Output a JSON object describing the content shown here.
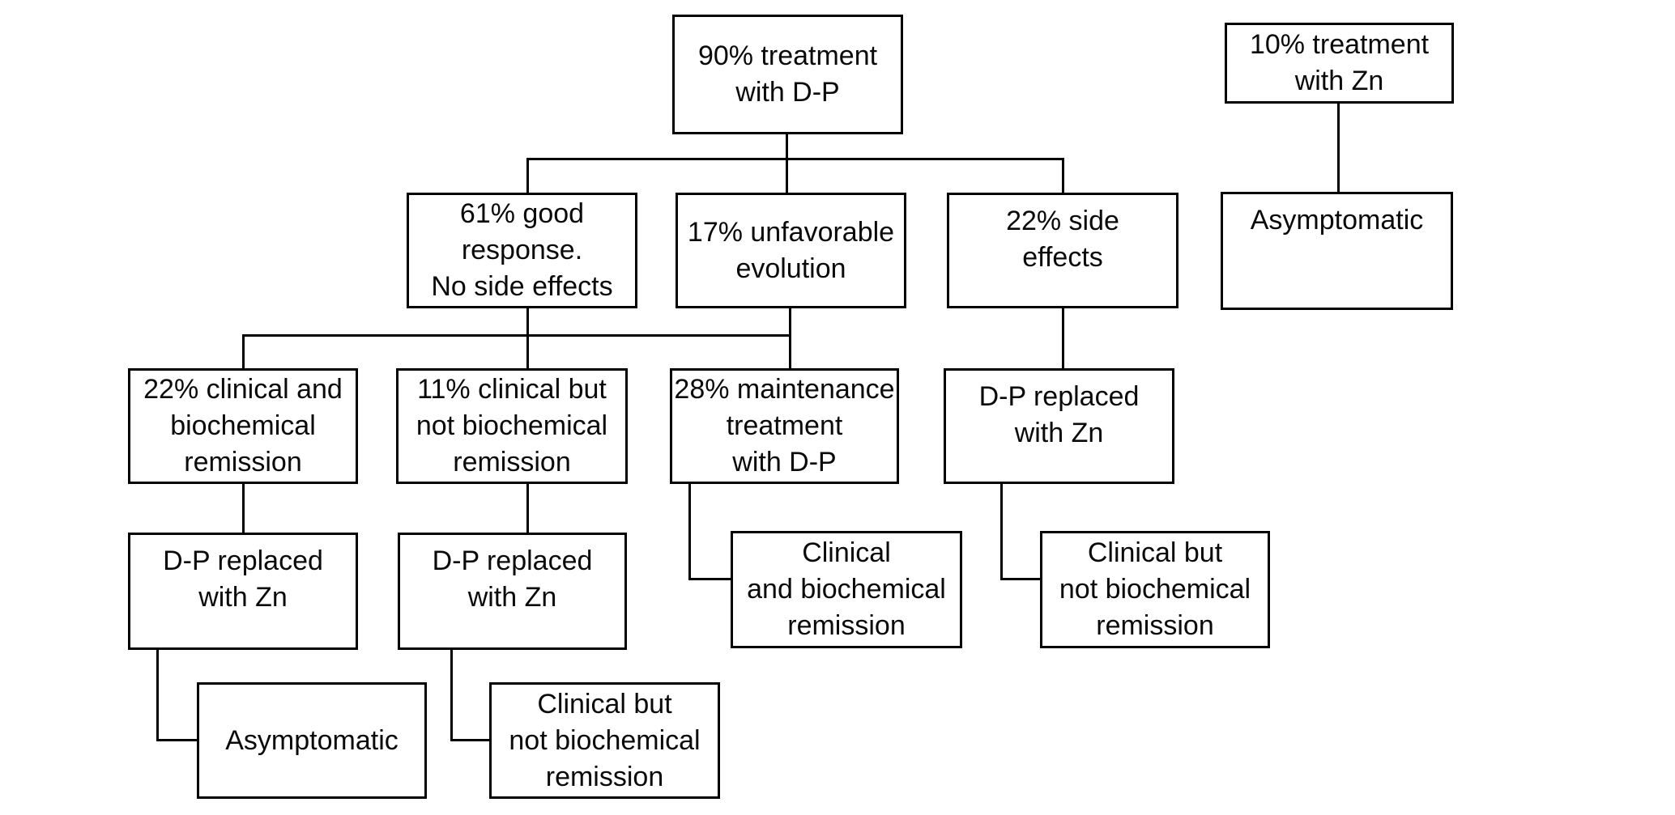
{
  "diagram": {
    "type": "flowchart",
    "background_color": "#ffffff",
    "box_border_color": "#000000",
    "connector_color": "#000000",
    "text_color": "#0a0a0a",
    "nodes": {
      "treatment_dp_90": {
        "label": "90% treatment\nwith D-P"
      },
      "treatment_zn_10": {
        "label": "10% treatment\nwith Zn"
      },
      "good_response_61": {
        "label": "61% good\nresponse.\nNo side effects"
      },
      "unfavorable_17": {
        "label": "17% unfavorable\nevolution"
      },
      "side_effects_22": {
        "label": "22% side\neffects"
      },
      "asymptomatic_zn": {
        "label": "Asymptomatic"
      },
      "remission_22": {
        "label": "22% clinical and\nbiochemical\nremission"
      },
      "remission_11": {
        "label": "11% clinical but\nnot biochemical\nremission"
      },
      "maintenance_28": {
        "label": "28% maintenance\ntreatment\nwith D-P"
      },
      "dp_replaced_side": {
        "label": "D-P replaced\nwith Zn"
      },
      "dp_replaced_22": {
        "label": "D-P replaced\nwith Zn"
      },
      "dp_replaced_11": {
        "label": "D-P replaced\nwith Zn"
      },
      "clinical_bio_remission": {
        "label": "Clinical\nand biochemical\nremission"
      },
      "clinical_not_bio_side": {
        "label": "Clinical but\nnot biochemical\nremission"
      },
      "asymptomatic_dp": {
        "label": "Asymptomatic"
      },
      "clinical_not_bio_11": {
        "label": "Clinical but\nnot biochemical\nremission"
      }
    },
    "edges": [
      {
        "from": "treatment_dp_90",
        "to": "good_response_61"
      },
      {
        "from": "treatment_dp_90",
        "to": "unfavorable_17"
      },
      {
        "from": "treatment_dp_90",
        "to": "side_effects_22"
      },
      {
        "from": "treatment_zn_10",
        "to": "asymptomatic_zn"
      },
      {
        "from": "good_response_61",
        "to": "remission_22"
      },
      {
        "from": "good_response_61",
        "to": "remission_11"
      },
      {
        "from": "unfavorable_17",
        "to": "maintenance_28"
      },
      {
        "from": "side_effects_22",
        "to": "dp_replaced_side"
      },
      {
        "from": "remission_22",
        "to": "dp_replaced_22"
      },
      {
        "from": "remission_11",
        "to": "dp_replaced_11"
      },
      {
        "from": "maintenance_28",
        "to": "clinical_bio_remission"
      },
      {
        "from": "dp_replaced_side",
        "to": "clinical_not_bio_side"
      },
      {
        "from": "dp_replaced_22",
        "to": "asymptomatic_dp"
      },
      {
        "from": "dp_replaced_11",
        "to": "clinical_not_bio_11"
      }
    ]
  }
}
